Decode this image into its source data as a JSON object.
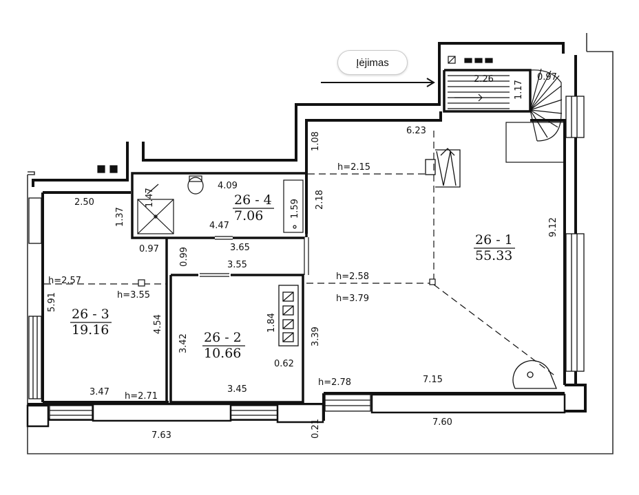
{
  "entry": {
    "label": "Įėjimas"
  },
  "rooms": [
    {
      "id": "26 - 1",
      "area": "55.33"
    },
    {
      "id": "26 - 2",
      "area": "10.66"
    },
    {
      "id": "26 - 3",
      "area": "19.16"
    },
    {
      "id": "26 - 4",
      "area": "7.06"
    }
  ],
  "dimensions": {
    "d_2_26": "2.26",
    "d_1_17": "1.17",
    "d_0_97_top": "0.97",
    "d_6_23": "6.23",
    "d_1_08": "1.08",
    "d_2_18": "2.18",
    "d_9_12": "9.12",
    "d_7_15": "7.15",
    "d_7_60": "7.60",
    "d_0_21": "0.21",
    "d_7_63": "7.63",
    "d_2_50": "2.50",
    "d_1_37": "1.37",
    "d_1_47": "1.47",
    "d_4_09": "4.09",
    "d_1_59": "1.59",
    "d_4_47": "4.47",
    "d_0_97": "0.97",
    "d_0_99": "0.99",
    "d_3_65": "3.65",
    "d_3_55": "3.55",
    "d_5_91": "5.91",
    "d_4_54": "4.54",
    "d_3_47": "3.47",
    "d_3_42": "3.42",
    "d_1_84": "1.84",
    "d_0_62": "0.62",
    "d_3_39": "3.39",
    "d_3_45": "3.45"
  },
  "heights": {
    "h_2_15": "h=2.15",
    "h_2_58": "h=2.58",
    "h_3_79": "h=3.79",
    "h_2_57": "h=2.57",
    "h_3_55": "h=3.55",
    "h_2_71": "h=2.71",
    "h_2_78": "h=2.78"
  }
}
